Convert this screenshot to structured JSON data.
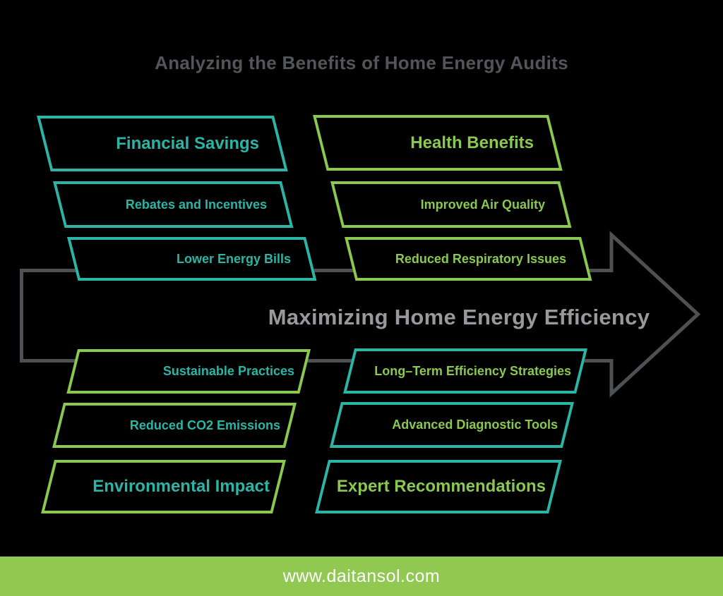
{
  "title": "Analyzing the Benefits of Home Energy Audits",
  "arrow": {
    "label": "Maximizing Home Energy Efficiency"
  },
  "groups": [
    {
      "title": "Financial Savings",
      "items": [
        "Rebates and Incentives",
        "Lower Energy Bills"
      ]
    },
    {
      "title": "Health Benefits",
      "items": [
        "Improved Air Quality",
        "Reduced Respiratory Issues"
      ]
    },
    {
      "title": "Environmental Impact",
      "items": [
        "Sustainable Practices",
        "Reduced CO2 Emissions"
      ]
    },
    {
      "title": "Expert Recommendations",
      "items": [
        "Long–Term Efficiency Strategies",
        "Advanced Diagnostic Tools"
      ]
    }
  ],
  "footer": {
    "website": "www.daitansol.com"
  },
  "colors": {
    "background": "#000000",
    "teal": "#2bb5a7",
    "green": "#8ac84f",
    "banner_green": "#90c851",
    "arrow_outline_gray": "#4e5154",
    "arrow_label_gray": "#97999c",
    "title_gray": "#53555a",
    "footer_text": "#ffffff"
  }
}
